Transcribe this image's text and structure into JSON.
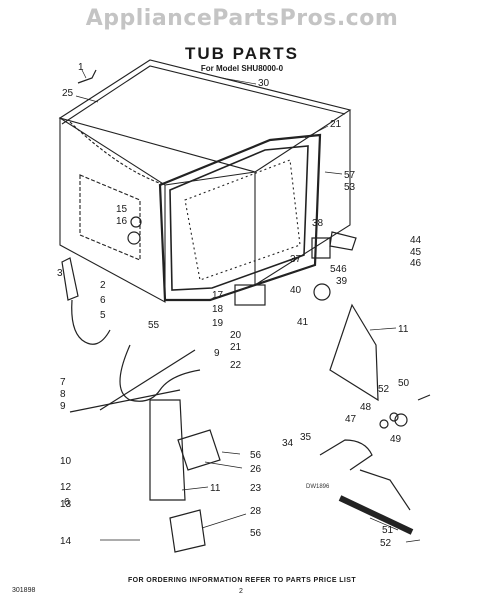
{
  "watermark": "AppliancePartsPros.com",
  "title": "TUB PARTS",
  "subtitle": "For Model SHU8000-0",
  "note": "FOR ORDERING INFORMATION REFER TO PARTS PRICE LIST",
  "footer_code": "301898",
  "page_number": "2",
  "inset_code": "DW1896",
  "callouts": [
    "1",
    "25",
    "30",
    "21",
    "15",
    "16",
    "57",
    "53",
    "38",
    "44",
    "45",
    "3",
    "37",
    "546",
    "46",
    "39",
    "2",
    "17",
    "18",
    "6",
    "40",
    "5",
    "55",
    "19",
    "20",
    "41",
    "11",
    "21",
    "9",
    "22",
    "7",
    "8",
    "9",
    "52",
    "50",
    "48",
    "47",
    "49",
    "56",
    "34",
    "35",
    "26",
    "10",
    "12",
    "6",
    "23",
    "11",
    "13",
    "28",
    "51",
    "14",
    "56",
    "52"
  ]
}
